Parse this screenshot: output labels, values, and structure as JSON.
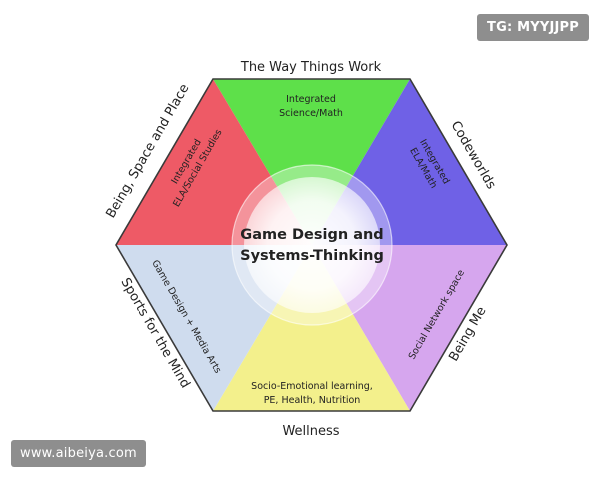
{
  "diagram": {
    "center_lines": [
      "Game Design and",
      "Systems-Thinking"
    ],
    "outer_labels": {
      "top": "The Way Things Work",
      "upper_right": "Codeworlds",
      "lower_right": "Being Me",
      "bottom": "Wellness",
      "lower_left": "Sports for the Mind",
      "upper_left": "Being, Space and Place"
    },
    "segments": {
      "top": [
        "Integrated",
        "Science/Math"
      ],
      "upper_right": [
        "Integrated",
        "ELA/Math"
      ],
      "lower_right": [
        "Social Network space"
      ],
      "bottom": [
        "Socio-Emotional learning,",
        "PE, Health, Nutrition"
      ],
      "lower_left": [
        "Game Design + Media Arts"
      ],
      "upper_left": [
        "Integrated",
        "ELA/Social Studies"
      ]
    },
    "colors": {
      "top": "#5ee04a",
      "upper_right": "#6f61e6",
      "lower_right": "#d6a6ee",
      "bottom": "#f3f08c",
      "lower_left": "#cfdcee",
      "upper_left": "#ee5a66",
      "center": "#ffffff",
      "outline": "#3a3a3a"
    }
  },
  "watermarks": {
    "top_right": "TG: MYYJJPP",
    "bottom_left": "www.aibeiya.com"
  }
}
